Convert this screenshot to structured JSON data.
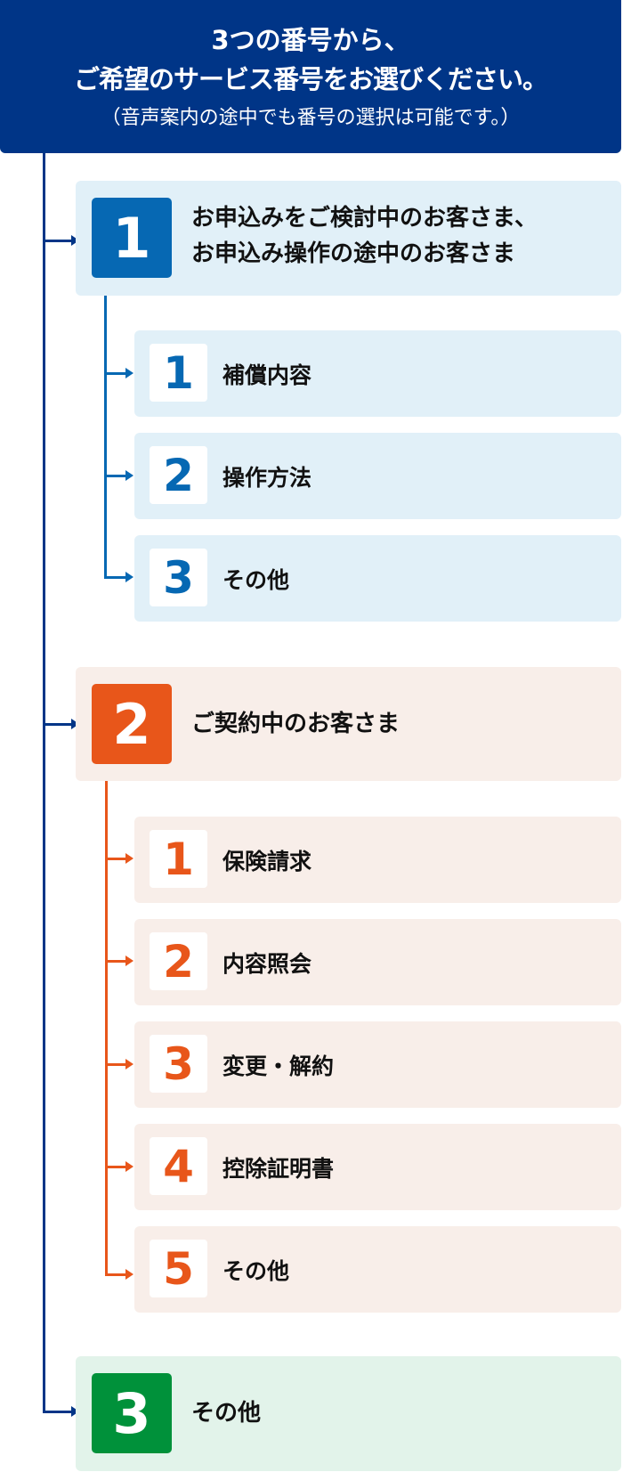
{
  "header": {
    "line1": "3つの番号から、",
    "line2": "ご希望のサービス番号をお選びください。",
    "line3": "（音声案内の途中でも番号の選択は可能です。）"
  },
  "colors": {
    "header": "#003587",
    "blue": "#0668b3",
    "blue_bg": "#e1f0f8",
    "orange": "#e8561a",
    "orange_bg": "#f8eee9",
    "green": "#00913a",
    "green_bg": "#e2f3ea"
  },
  "options": [
    {
      "number": "1",
      "label_line1": "お申込みをご検討中のお客さま、",
      "label_line2": "お申込み操作の途中のお客さま",
      "sub_items": [
        {
          "number": "1",
          "label": "補償内容"
        },
        {
          "number": "2",
          "label": "操作方法"
        },
        {
          "number": "3",
          "label": "その他"
        }
      ]
    },
    {
      "number": "2",
      "label_line1": "ご契約中のお客さま",
      "sub_items": [
        {
          "number": "1",
          "label": "保険請求"
        },
        {
          "number": "2",
          "label": "内容照会"
        },
        {
          "number": "3",
          "label": "変更・解約"
        },
        {
          "number": "4",
          "label": "控除証明書"
        },
        {
          "number": "5",
          "label": "その他"
        }
      ]
    },
    {
      "number": "3",
      "label_line1": "その他"
    }
  ]
}
